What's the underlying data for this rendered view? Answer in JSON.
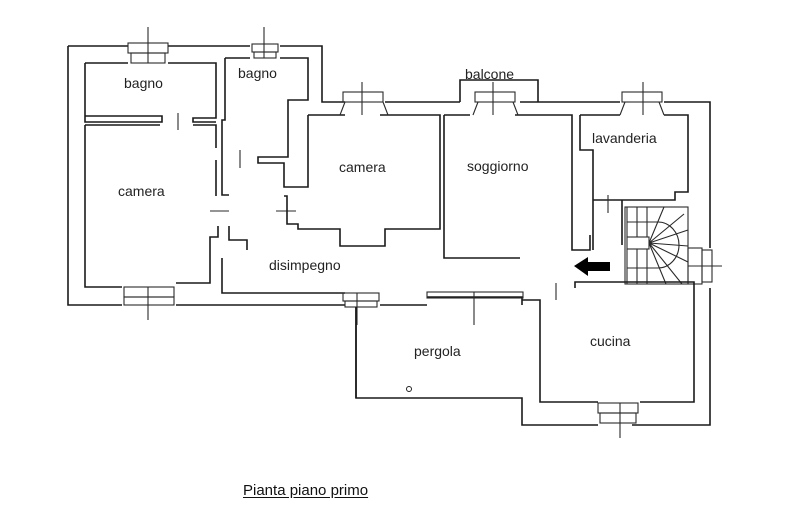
{
  "plan": {
    "title": "Pianta piano primo",
    "rooms": [
      {
        "id": "bagno-1",
        "label": "bagno"
      },
      {
        "id": "bagno-2",
        "label": "bagno"
      },
      {
        "id": "camera-1",
        "label": "camera"
      },
      {
        "id": "camera-2",
        "label": "camera"
      },
      {
        "id": "balcone",
        "label": "balcone"
      },
      {
        "id": "soggiorno",
        "label": "soggiorno"
      },
      {
        "id": "lavanderia",
        "label": "lavanderia"
      },
      {
        "id": "disimpegno",
        "label": "disimpegno"
      },
      {
        "id": "pergola",
        "label": "pergola"
      },
      {
        "id": "cucina",
        "label": "cucina"
      }
    ],
    "icons": {
      "entrance_arrow": "arrow-left-icon",
      "staircase": "spiral-staircase-icon"
    },
    "colors": {
      "line": "#1a1a1a",
      "background": "#ffffff"
    }
  }
}
